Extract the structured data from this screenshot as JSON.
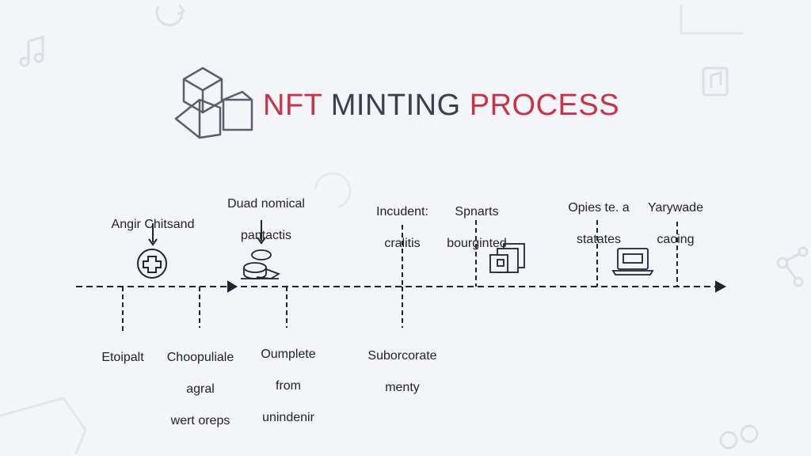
{
  "title": {
    "part1": "NFT",
    "part2": "MINTING",
    "part3": "PROCESS"
  },
  "colors": {
    "accent": "#c8324a",
    "ink": "#1e2433",
    "background": "#f4f5f8"
  },
  "top_labels": [
    {
      "id": "step-1",
      "lines": [
        "Angir Chitsand"
      ]
    },
    {
      "id": "step-2",
      "lines": [
        "Duad nomical",
        "pantactis"
      ]
    },
    {
      "id": "step-3",
      "lines": [
        "Incudent:",
        "cralitis"
      ]
    },
    {
      "id": "step-4",
      "lines": [
        "Spnarts",
        "bourginted"
      ]
    },
    {
      "id": "step-5",
      "lines": [
        "Opies te. a",
        "statates"
      ]
    },
    {
      "id": "step-6",
      "lines": [
        "Yarywade",
        "caoing"
      ]
    }
  ],
  "bottom_labels": [
    {
      "id": "b1",
      "lines": [
        "Etoipalt"
      ]
    },
    {
      "id": "b2",
      "lines": [
        "Choopuliale",
        "agral",
        "wert oreps"
      ]
    },
    {
      "id": "b3",
      "lines": [
        "Oumplete",
        "from",
        "unindenir"
      ]
    },
    {
      "id": "b4",
      "lines": [
        "Suborcorate",
        "menty"
      ]
    }
  ],
  "icons": [
    "cubes-logo-icon",
    "plus-circle-icon",
    "coins-stack-icon",
    "documents-icon",
    "laptop-icon",
    "music-note-icon",
    "sync-icon",
    "share-icon"
  ]
}
